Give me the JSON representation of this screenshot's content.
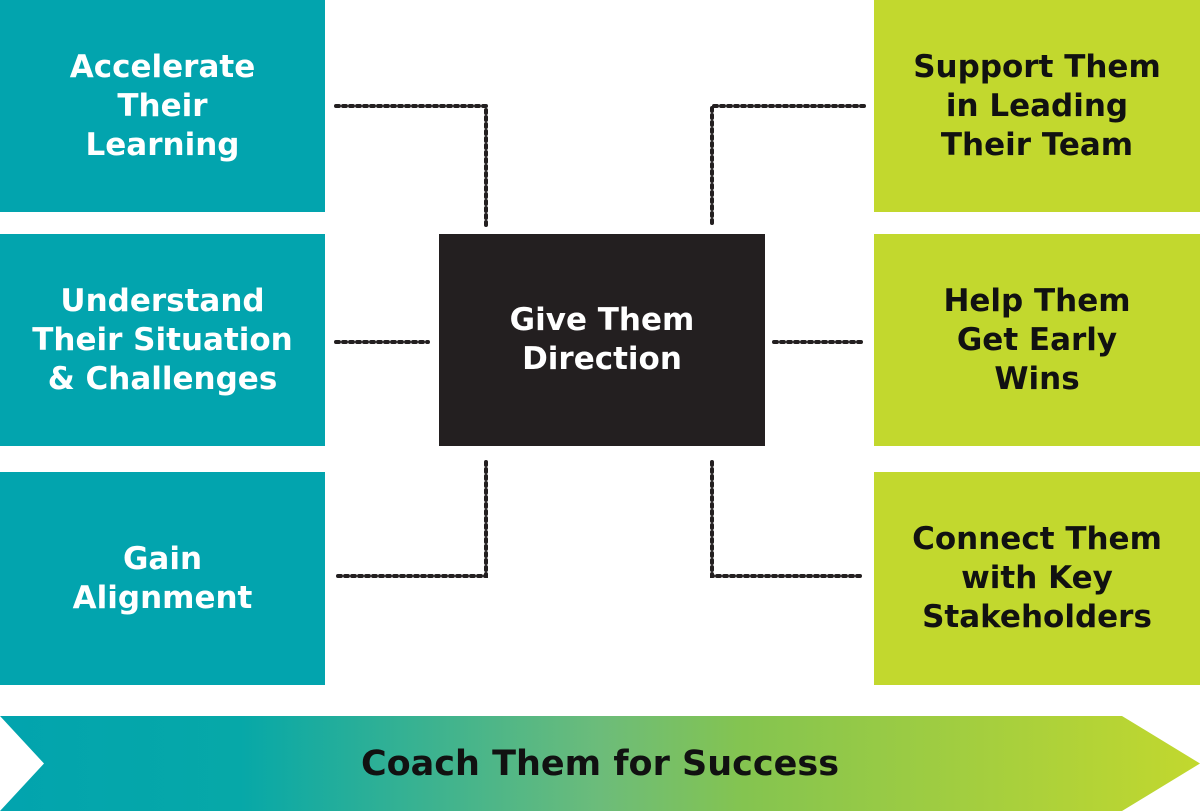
{
  "colors": {
    "teal": "#02a4ae",
    "lime": "#c2d82e",
    "center": "#231f20",
    "dots": "#231f20"
  },
  "center": {
    "label": "Give Them\nDirection"
  },
  "left_boxes": [
    {
      "label": "Accelerate\nTheir\nLearning"
    },
    {
      "label": "Understand\nTheir Situation\n& Challenges"
    },
    {
      "label": "Gain\nAlignment"
    }
  ],
  "right_boxes": [
    {
      "label": "Support Them\nin Leading\nTheir Team"
    },
    {
      "label": "Help Them\nGet Early\nWins"
    },
    {
      "label": "Connect Them\nwith Key\nStakeholders"
    }
  ],
  "banner": {
    "label": "Coach Them for Success"
  }
}
